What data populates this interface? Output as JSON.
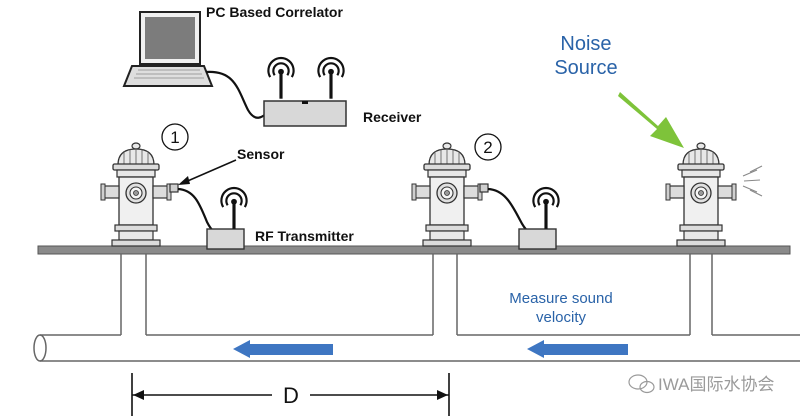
{
  "labels": {
    "correlator": "PC Based Correlator",
    "receiver": "Receiver",
    "sensor": "Sensor",
    "rf_transmitter": "RF Transmitter",
    "noise_source_line1": "Noise",
    "noise_source_line2": "Source",
    "measure_line1": "Measure sound",
    "measure_line2": "velocity",
    "distance": "D",
    "sensor_1": "1",
    "sensor_2": "2",
    "watermark": "IWA国际水协会"
  },
  "colors": {
    "ground": "#8a8a8a",
    "flow_arrow": "#3e76c2",
    "noise_arrow": "#7ec33a",
    "label_blue": "#2a63a8"
  },
  "icons": [
    "laptop-icon",
    "receiver-box-icon",
    "hydrant-icon",
    "transmitter-box-icon",
    "wireless-signal-icon",
    "leak-noise-icon",
    "wechat-icon"
  ]
}
